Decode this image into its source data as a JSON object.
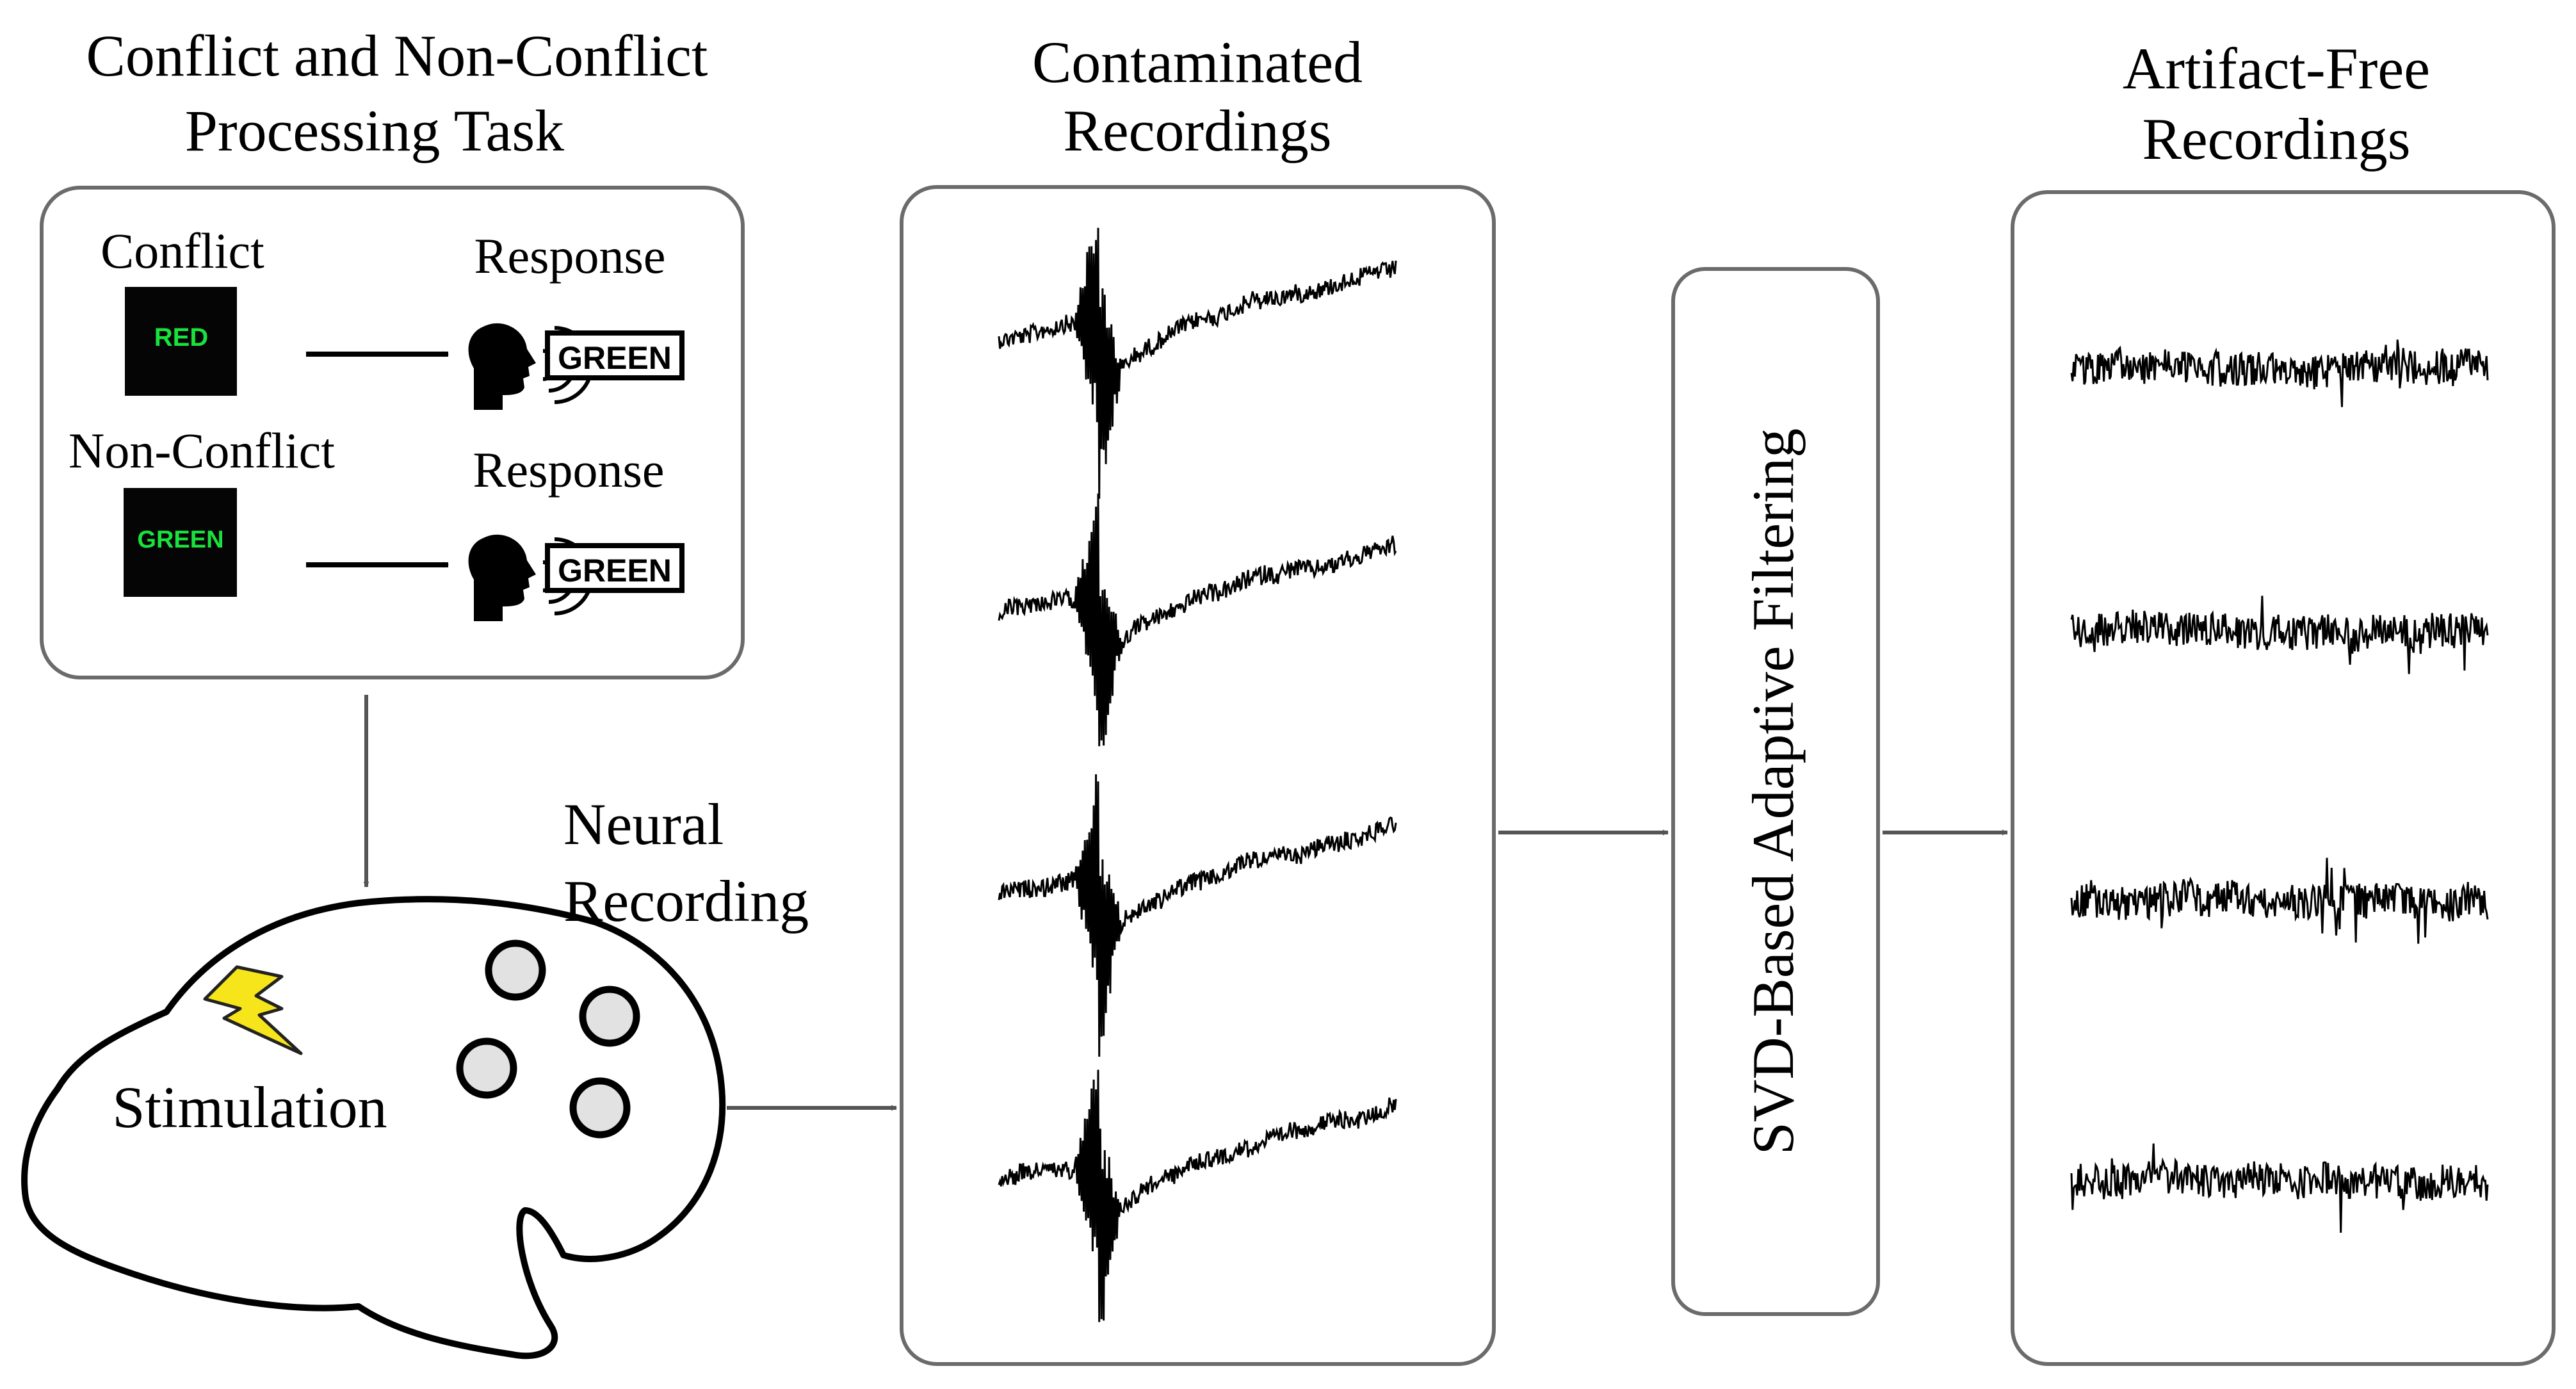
{
  "task": {
    "title_line1": "Conflict and Non-Conflict",
    "title_line2": "Processing Task",
    "conflict_label": "Conflict",
    "conflict_stimulus": "RED",
    "nonconflict_label": "Non-Conflict",
    "nonconflict_stimulus": "GREEN",
    "response_label": "Response",
    "response_word": "GREEN",
    "stimulus_text_color": "#19e23d",
    "stimulus_bg_color": "#050505"
  },
  "contaminated": {
    "title_line1": "Contaminated",
    "title_line2": "Recordings"
  },
  "filter": {
    "label": "SVD-Based Adaptive Filtering"
  },
  "artifact_free": {
    "title_line1": "Artifact-Free",
    "title_line2": "Recordings"
  },
  "neural": {
    "line1": "Neural",
    "line2": "Recording"
  },
  "brain": {
    "stimulation_label": "Stimulation",
    "bolt_color": "#f7e51b",
    "electrode_count": 4
  },
  "colors": {
    "box_border": "#6b6b6b",
    "arrow": "#555555"
  }
}
